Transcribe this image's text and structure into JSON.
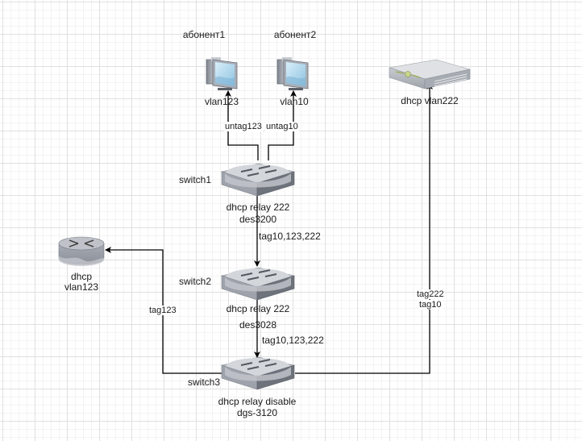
{
  "diagram": {
    "nodes": {
      "subscriber1": {
        "title": "абонент1",
        "label": "vlan123",
        "icon": "computer-icon"
      },
      "subscriber2": {
        "title": "абонент2",
        "label": "vlan10",
        "icon": "computer-icon"
      },
      "dhcp_server": {
        "label": "dhcp vlan222",
        "icon": "server-icon"
      },
      "switch1": {
        "name": "switch1",
        "line1": "dhcp relay 222",
        "line2": "des3200",
        "icon": "switch-icon"
      },
      "switch2": {
        "name": "switch2",
        "line1": "dhcp relay 222",
        "line2": "des3028",
        "icon": "switch-icon"
      },
      "switch3": {
        "name": "switch3",
        "line1": "dhcp relay disable",
        "line2": "dgs-3120",
        "icon": "switch-icon"
      },
      "dhcp_router": {
        "line1": "dhcp",
        "line2": "vlan123",
        "icon": "router-icon"
      }
    },
    "edges": {
      "sw1_sub1": {
        "label": "untag123"
      },
      "sw1_sub2": {
        "label": "untag10"
      },
      "sw1_sw2": {
        "label": "tag10,123,222"
      },
      "sw2_sw3": {
        "label": "tag10,123,222"
      },
      "sw3_router": {
        "label": "tag123"
      },
      "sw3_server": {
        "line1": "tag222",
        "line2": "tag10"
      }
    }
  }
}
